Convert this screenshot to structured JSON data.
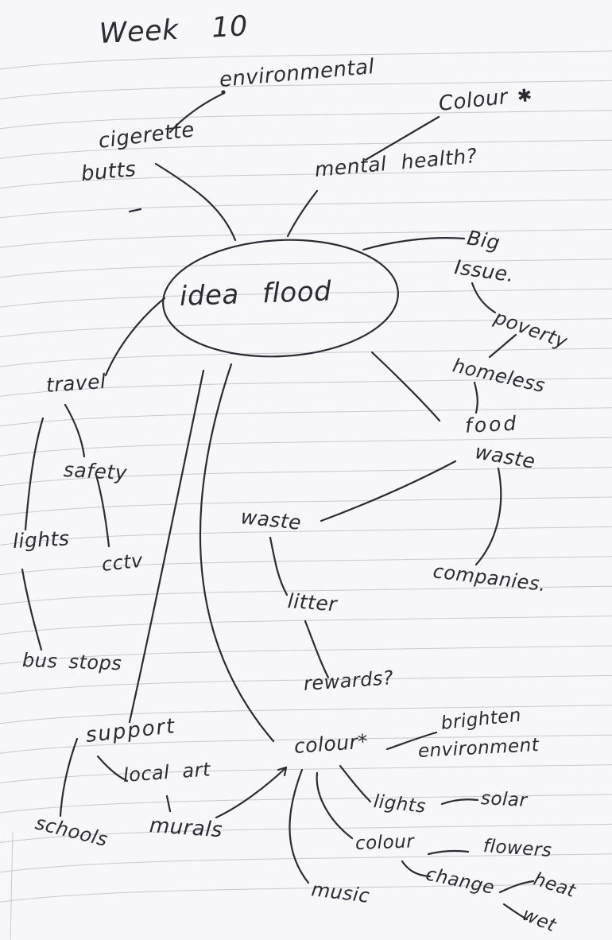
{
  "page": {
    "title": "Week 10"
  },
  "mindmap": {
    "center": "idea flood",
    "nodes": {
      "environmental": "environmental",
      "cigerette": "cigerette",
      "butts": "butts",
      "colour_top": "Colour",
      "colour_top_star": "✱",
      "mental_health": "mental health?",
      "big": "Big",
      "issue": "Issue.",
      "poverty": "poverty",
      "homeless": "homeless",
      "food": "food",
      "food_waste": "waste",
      "companies": "companies.",
      "waste": "waste",
      "litter": "litter",
      "rewards": "rewards?",
      "travel": "travel",
      "safety": "safety",
      "lights_left": "lights",
      "cctv": "cctv",
      "bus_stops": "bus stops",
      "support": "support",
      "local_art": "local art",
      "murals": "murals",
      "schools": "schools",
      "colour_hub": "colour*",
      "brighten": "brighten",
      "environment": "environment",
      "lights_bottom": "lights",
      "solar": "solar",
      "colour_lower": "colour",
      "flowers": "flowers",
      "change": "change",
      "heat": "heat",
      "wet": "wet",
      "music": "music"
    },
    "colors": {
      "ink": "#2b2b33",
      "paper": "#f7f7f9",
      "rule_line": "#a8acb5"
    }
  }
}
